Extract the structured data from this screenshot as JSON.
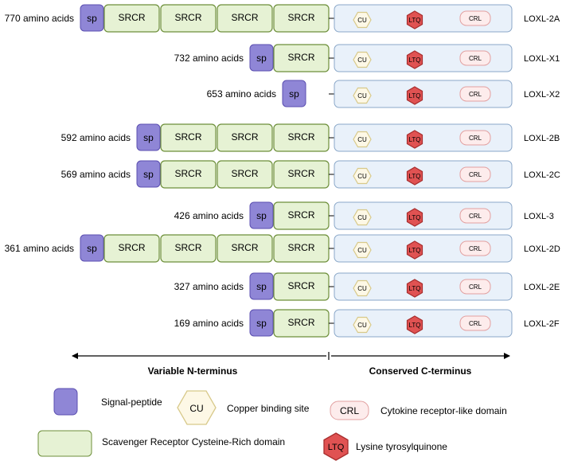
{
  "proteins": [
    {
      "name": "LOXL-2A",
      "length_label": "770 amino acids",
      "srcr_count": 4
    },
    {
      "name": "LOXL-X1",
      "length_label": "732 amino acids",
      "srcr_count": 1
    },
    {
      "name": "LOXL-X2",
      "length_label": "653 amino acids",
      "srcr_count": 0
    },
    {
      "name": "LOXL-2B",
      "length_label": "592 amino acids",
      "srcr_count": 3
    },
    {
      "name": "LOXL-2C",
      "length_label": "569 amino acids",
      "srcr_count": 3
    },
    {
      "name": "LOXL-3",
      "length_label": "426 amino acids",
      "srcr_count": 1
    },
    {
      "name": "LOXL-2D",
      "length_label": "361 amino acids",
      "srcr_count": 4
    },
    {
      "name": "LOXL-2E",
      "length_label": "327 amino acids",
      "srcr_count": 1
    },
    {
      "name": "LOXL-2F",
      "length_label": "169 amino acids",
      "srcr_count": 1
    }
  ],
  "domain_labels": {
    "sp": "sp",
    "srcr": "SRCR",
    "cu": "CU",
    "ltq": "LTQ",
    "crl": "CRL"
  },
  "regions": {
    "n_terminus": "Variable N-terminus",
    "c_terminus": "Conserved C-terminus"
  },
  "legend": {
    "signal_peptide": "Signal-peptide",
    "srcr": "Scavenger Receptor Cysteine-Rich domain",
    "cu_symbol": "CU",
    "cu": "Copper binding site",
    "ltq_symbol": "LTQ",
    "ltq": "Lysine tyrosylquinone",
    "crl_symbol": "CRL",
    "crl": "Cytokine receptor-like domain"
  },
  "colors": {
    "sp_fill": "#8f86d6",
    "sp_stroke": "#5b4fb0",
    "srcr_fill": "#e6f2d4",
    "srcr_stroke": "#6d8f3a",
    "c_term_fill": "#e9f1fa",
    "c_term_stroke": "#8aa7c8",
    "cu_fill": "#fdf8e6",
    "cu_stroke": "#d8c98a",
    "ltq_fill": "#e05252",
    "ltq_stroke": "#a72d2d",
    "crl_fill": "#fdecec",
    "crl_stroke": "#e2a0a0"
  }
}
